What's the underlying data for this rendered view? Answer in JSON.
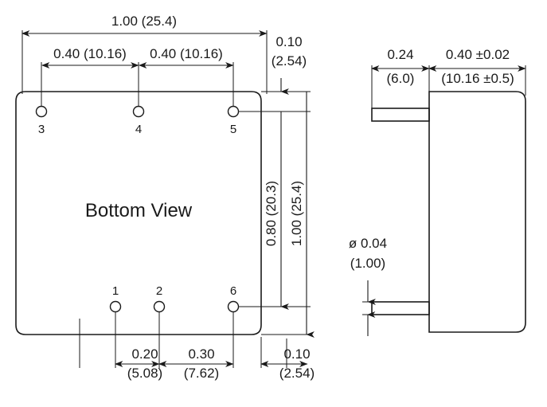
{
  "drawing": {
    "title": "Bottom View",
    "views": {
      "bottom_view": {
        "label": "Bottom View",
        "pins": [
          {
            "number": "3",
            "label_position": "below"
          },
          {
            "number": "4",
            "label_position": "below"
          },
          {
            "number": "5",
            "label_position": "below"
          },
          {
            "number": "1",
            "label_position": "above"
          },
          {
            "number": "2",
            "label_position": "above"
          },
          {
            "number": "6",
            "label_position": "above"
          }
        ]
      },
      "side_view": {
        "label": ""
      }
    },
    "dimensions": {
      "top_overall": {
        "imperial": "1.00",
        "metric": "(25.4)",
        "text": "1.00 (25.4)"
      },
      "top_pitch_left": {
        "imperial": "0.40",
        "metric": "(10.16)",
        "text": "0.40 (10.16)"
      },
      "top_pitch_right": {
        "imperial": "0.40",
        "metric": "(10.16)",
        "text": "0.40 (10.16)"
      },
      "top_offset": {
        "line1": "0.10",
        "line2": "(2.54)"
      },
      "vertical_inner": {
        "text": "0.80 (20.3)"
      },
      "vertical_overall": {
        "text": "1.00 (25.4)"
      },
      "bottom_first": {
        "line1": "0.20",
        "line2": "(5.08)"
      },
      "bottom_second": {
        "line1": "0.30",
        "line2": "(7.62)"
      },
      "bottom_offset": {
        "line1": "0.10",
        "line2": "(2.54)"
      },
      "side_pin_length": {
        "line1": "0.24",
        "line2": "(6.0)"
      },
      "side_body_width": {
        "line1": "0.40 ±0.02",
        "line2": "(10.16 ±0.5)"
      },
      "pin_diameter": {
        "line1": "ø 0.04",
        "line2": "(1.00)"
      }
    },
    "colors": {
      "line": "#1a1a1a",
      "background": "#ffffff"
    }
  }
}
